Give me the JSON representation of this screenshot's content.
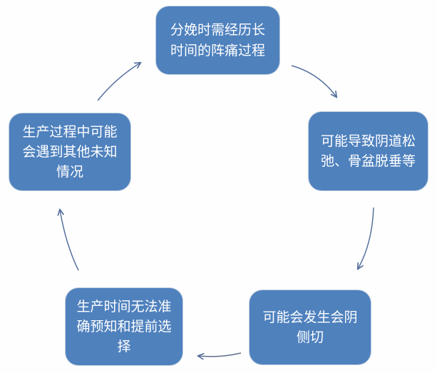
{
  "diagram": {
    "type": "cycle",
    "direction": "clockwise",
    "background_color": "#fefefe",
    "node_fill_color": "#4f81bd",
    "node_text_color": "#ffffff",
    "arrow_color": "#55719e",
    "nodes": [
      {
        "id": "top",
        "label": "分娩时需经历长时间的阵痛过程"
      },
      {
        "id": "right",
        "label": "可能导致阴道松弛、骨盆脱垂等"
      },
      {
        "id": "bottom-right",
        "label": "可能会发生会阴侧切"
      },
      {
        "id": "bottom-left",
        "label": "生产时间无法准确预知和提前选择"
      },
      {
        "id": "left",
        "label": "生产过程中可能会遇到其他未知情况"
      }
    ],
    "arrows": [
      {
        "from": "top",
        "to": "right"
      },
      {
        "from": "right",
        "to": "bottom-right"
      },
      {
        "from": "bottom-right",
        "to": "bottom-left"
      },
      {
        "from": "bottom-left",
        "to": "left"
      },
      {
        "from": "left",
        "to": "top"
      }
    ]
  }
}
